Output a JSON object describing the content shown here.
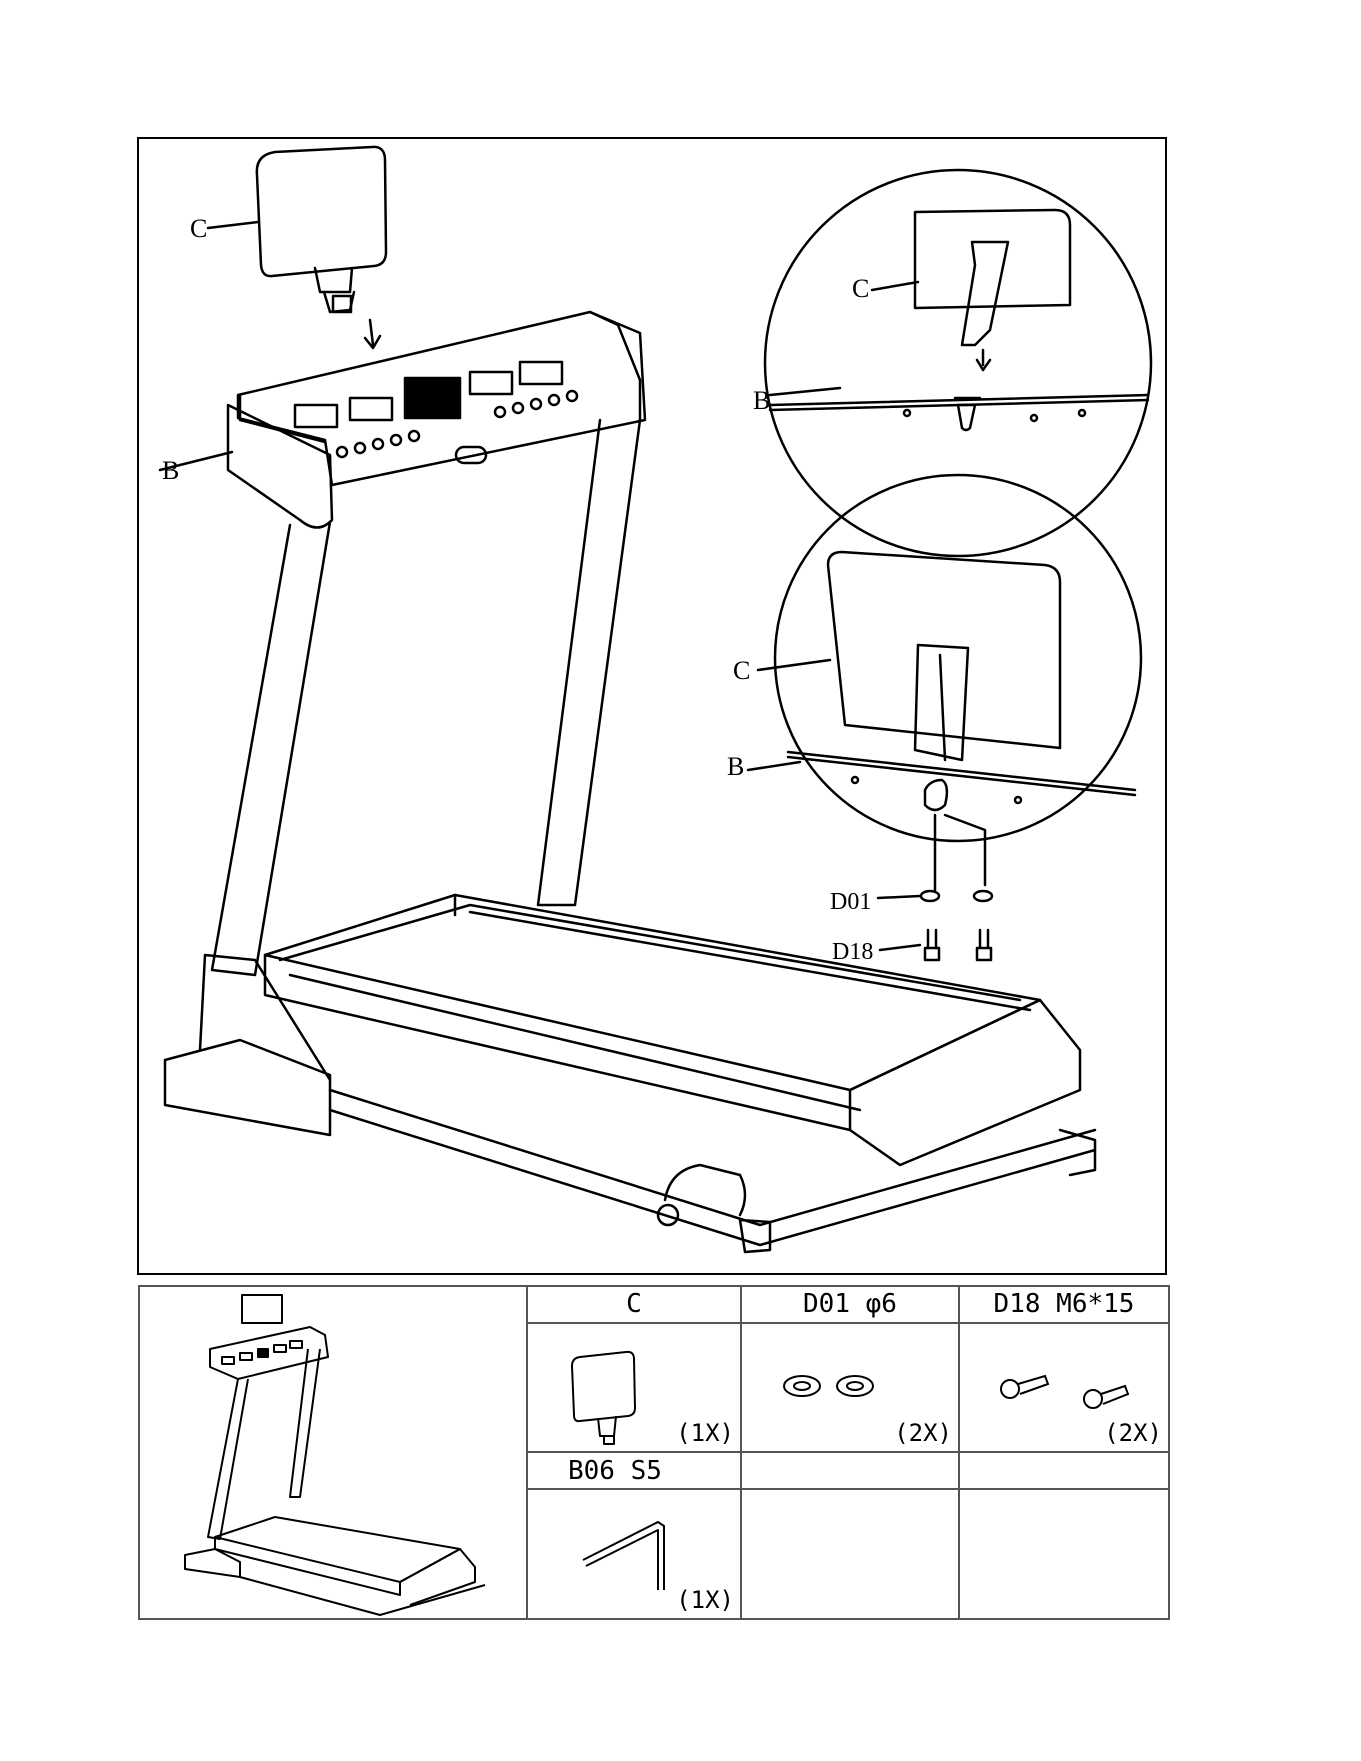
{
  "diagram": {
    "main_labels": {
      "console_holder": "C",
      "console": "B"
    },
    "detail1_labels": {
      "console_holder": "C",
      "console": "B"
    },
    "detail2_labels": {
      "console_holder": "C",
      "console": "B",
      "washer": "D01",
      "bolt": "D18"
    }
  },
  "parts_table": {
    "headers": {
      "part_c": "C",
      "part_d01": "D01  φ6",
      "part_d18": "D18  M6*15",
      "part_b06": "B06   S5"
    },
    "quantities": {
      "part_c": "(1X)",
      "part_d01": "(2X)",
      "part_d18": "(2X)",
      "part_b06": "(1X)"
    }
  }
}
